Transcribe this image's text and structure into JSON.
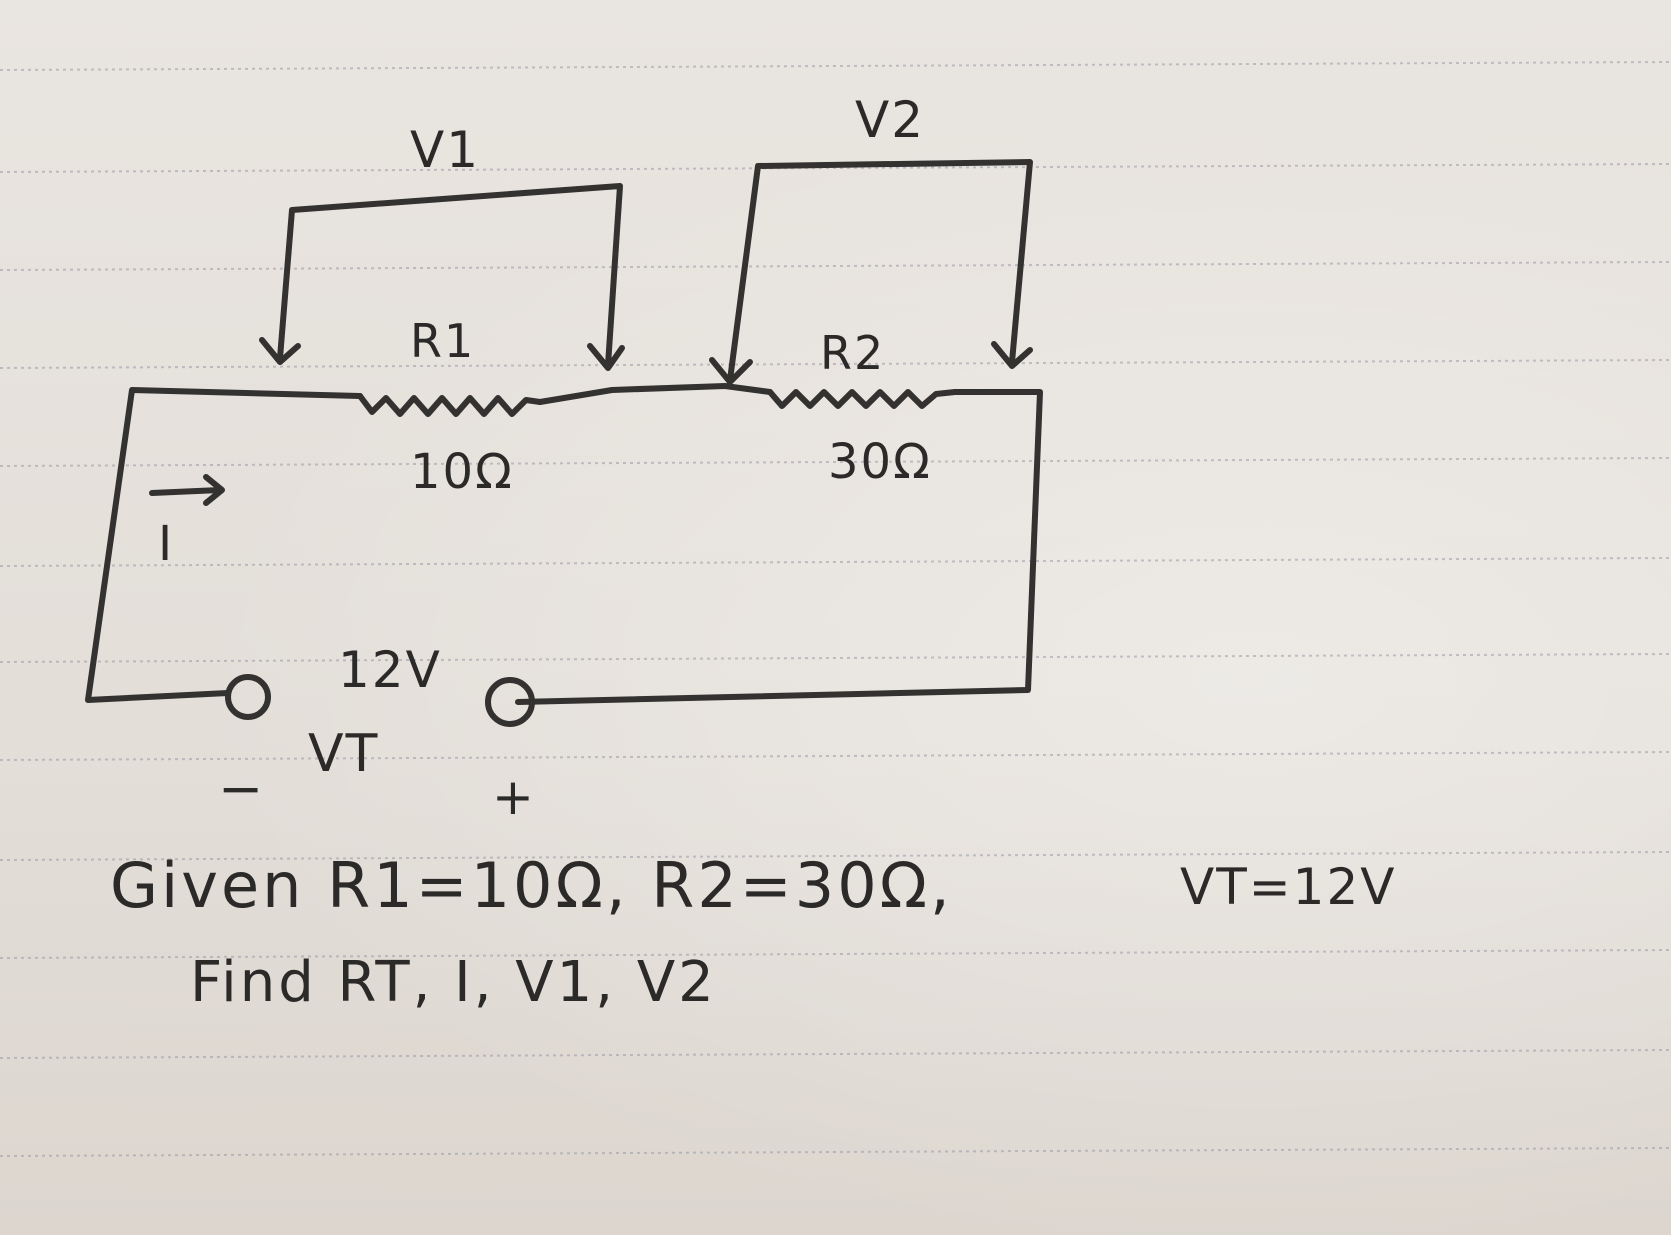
{
  "diagram": {
    "labels": {
      "v1": "V1",
      "v2": "V2",
      "r1": "R1",
      "r2": "R2",
      "r1_value": "10Ω",
      "r2_value": "30Ω",
      "current": "I",
      "source_voltage": "12V",
      "vt": "VT",
      "minus": "−",
      "plus": "+"
    },
    "problem": {
      "given": "Given R1=10Ω, R2=30Ω,",
      "given_vt": "VT=12V",
      "find": "Find RT, I, V1, V2"
    }
  },
  "colors": {
    "paper": "#e7e2dc",
    "ink": "#2b2a29",
    "rule_line": "#9a9aa6"
  }
}
